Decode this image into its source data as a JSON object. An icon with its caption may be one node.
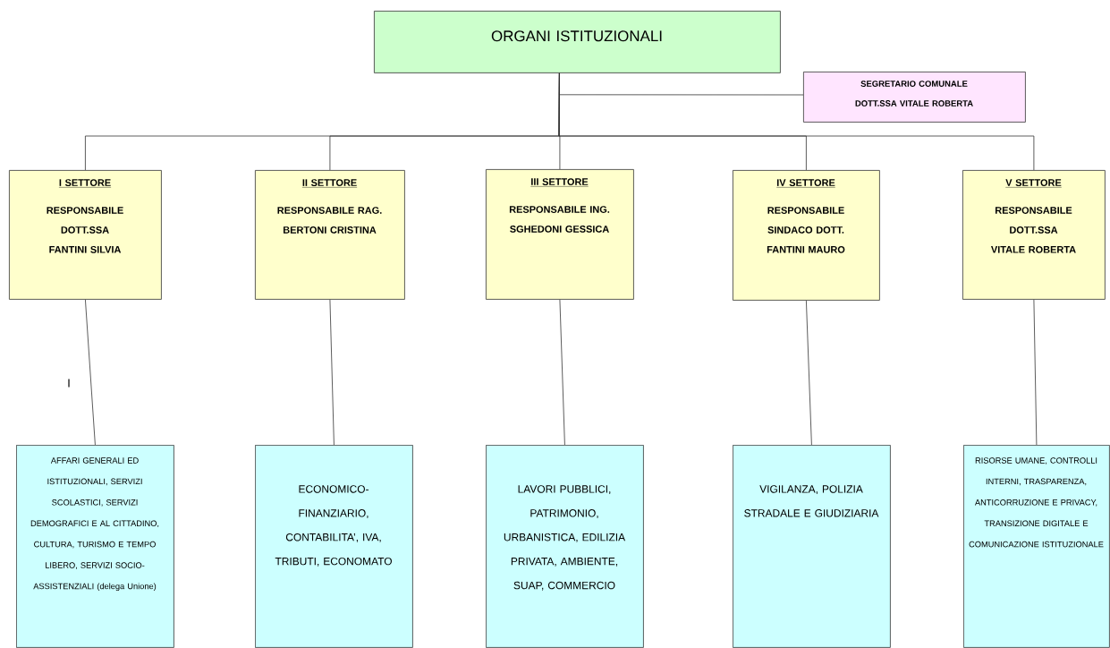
{
  "diagram": {
    "nodes": [
      {
        "text": [
          "ORGANI ISTITUZIONALI"
        ]
      },
      {
        "text": [
          "SEGRETARIO COMUNALE DOTT.SSA VITALE ROBERTA"
        ]
      },
      {
        "text": [
          "I SETTORE",
          "RESPONSABILE DOTT.SSA FANTINI SILVIA"
        ]
      },
      {
        "text": [
          "II SETTORE",
          "RESPONSABILE RAG. BERTONI CRISTINA"
        ]
      },
      {
        "text": [
          "III SETTORE",
          "RESPONSABILE ING. SGHEDONI GESSICA"
        ]
      },
      {
        "text": [
          "IV SETTORE",
          "RESPONSABILE SINDACO DOTT. FANTINI MAURO"
        ]
      },
      {
        "text": [
          "V SETTORE",
          "RESPONSABILE DOTT.SSA VITALE ROBERTA"
        ]
      },
      {
        "text": [
          "AFFARI GENERALI ED ISTITUZIONALI, SERVIZI SCOLASTICI, SERVIZI DEMOGRAFICI E AL CITTADINO, CULTURA, TURISMO E TEMPO LIBERO, SERVIZI SOCIO-ASSISTENZIALI (delega Unione)"
        ]
      },
      {
        "text": [
          "ECONOMICO-FINANZIARIO, CONTABILITA’, IVA, TRIBUTI, ECONOMATO"
        ]
      },
      {
        "text": [
          "LAVORI PUBBLICI, PATRIMONIO, URBANISTICA, EDILIZIA PRIVATA, AMBIENTE, SUAP, COMMERCIO"
        ]
      },
      {
        "text": [
          "VIGILANZA, POLIZIA STRADALE E GIUDIZIARIA"
        ]
      },
      {
        "text": [
          "RISORSE UMANE, CONTROLLI INTERNI, TRASPARENZA, ANTICORRUZIONE E PRIVACY, TRANSIZIONE DIGITALE E COMUNICAZIONE ISTITUZIONALE"
        ]
      }
    ],
    "edges": [
      {
        "from": 0,
        "to": 1,
        "arrow": "none"
      },
      {
        "from": 0,
        "to": 2,
        "arrow": "none"
      },
      {
        "from": 0,
        "to": 3,
        "arrow": "none"
      },
      {
        "from": 0,
        "to": 4,
        "arrow": "none"
      },
      {
        "from": 0,
        "to": 5,
        "arrow": "none"
      },
      {
        "from": 0,
        "to": 6,
        "arrow": "none"
      },
      {
        "from": 2,
        "to": 7,
        "arrow": "none"
      },
      {
        "from": 3,
        "to": 8,
        "arrow": "none"
      },
      {
        "from": 4,
        "to": 9,
        "arrow": "none"
      },
      {
        "from": 5,
        "to": 10,
        "arrow": "none"
      },
      {
        "from": 6,
        "to": 11,
        "arrow": "none"
      }
    ],
    "labels": [
      "I"
    ]
  }
}
